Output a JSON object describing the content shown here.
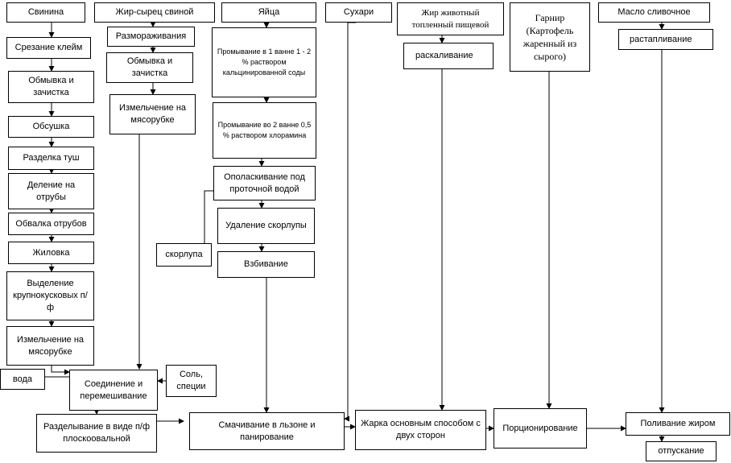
{
  "nodes": {
    "svinina": "Свинина",
    "srezanie_kleim": "Срезание клейм",
    "obmyvka_zachistka": "Обмывка и зачистка",
    "obsushka": "Обсушка",
    "razdelka_tush": "Разделка туш",
    "delenie_otruby": "Деление на отрубы",
    "obvalka_otrubov": "Обвалка отрубов",
    "zhilovka": "Жиловка",
    "vydelenie_pf": "Выделение крупнокусковых п/ф",
    "izmelchenie_1": "Измельчение на мясорубке",
    "voda": "вода",
    "zhir_syrets": "Жир-сырец свиной",
    "razmorazhivanie": "Размораживания",
    "obmyvka_zachistka_2": "Обмывка и зачистка",
    "izmelchenie_2": "Измельчение на мясорубке",
    "soedinenie": "Соединение и перемешивание",
    "sol_specii": "Соль, специи",
    "razdelyvanie": "Разделывание в виде п/ф плоскоовальной",
    "yaitsa": "Яйца",
    "promyvanie_1": "Промывание в 1 ванне 1 - 2 % раствором кальцинированной соды",
    "promyvanie_2": "Промывание во 2 ванне 0,5 % раствором хлорамина",
    "opolaskivanie": "Ополаскивание под проточной водой",
    "udalenie_skorlupy": "Удаление скорлупы",
    "vzbivanie": "Взбивание",
    "skorlupa": "скорлупа",
    "suhari": "Сухари",
    "smachivanie": "Смачивание в льзоне и панирование",
    "zhir_zhivotny": "Жир животный топленный пищевой",
    "raskalivanie": "раскаливание",
    "zharka": "Жарка основным способом с двух сторон",
    "garnir": "Гарнир (Картофель жаренный из сырого)",
    "porcionirovanie": "Порционирование",
    "maslo_slivochnoe": "Масло сливочное",
    "rastaplivanie": "растапливание",
    "polivanie": "Поливание жиром",
    "otpuskanie": "отпускание"
  }
}
